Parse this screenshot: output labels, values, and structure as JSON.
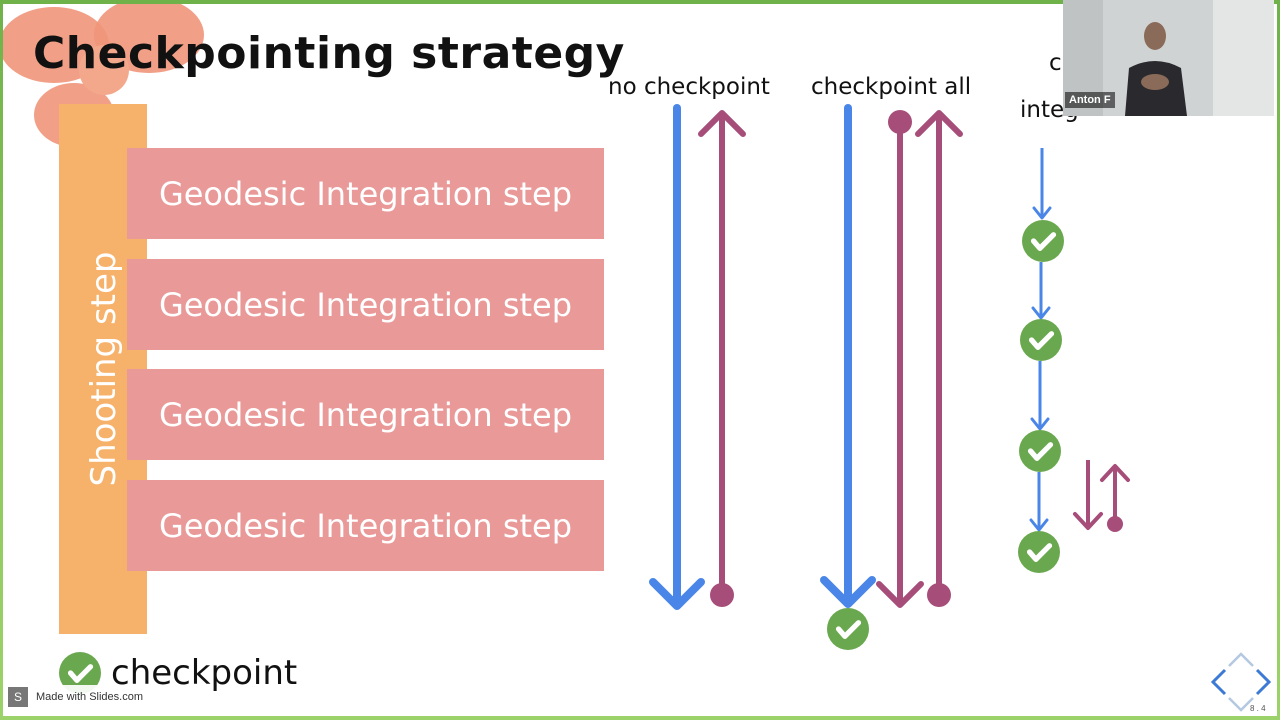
{
  "title": "Checkpointing strategy",
  "shooting_step_label": "Shooting step",
  "geodesic_steps": [
    {
      "label": "Geodesic Integration step"
    },
    {
      "label": "Geodesic Integration step"
    },
    {
      "label": "Geodesic Integration step"
    },
    {
      "label": "Geodesic Integration step"
    }
  ],
  "strategies": [
    {
      "label": "no checkpoint"
    },
    {
      "label": "checkpoint all"
    },
    {
      "label_line1": "ch",
      "label_line2": "integ"
    }
  ],
  "legend": {
    "label": "checkpoint"
  },
  "colors": {
    "forward": "#4a86e8",
    "backward": "#a64d79",
    "checkpoint": "#6aa84f",
    "geodesic": "#ea9999",
    "shooting": "#f6b26b"
  },
  "webcam": {
    "name": "Anton F"
  },
  "badge": {
    "logo": "S",
    "text": "Made with Slides.com"
  },
  "page_number": "8 . 4"
}
